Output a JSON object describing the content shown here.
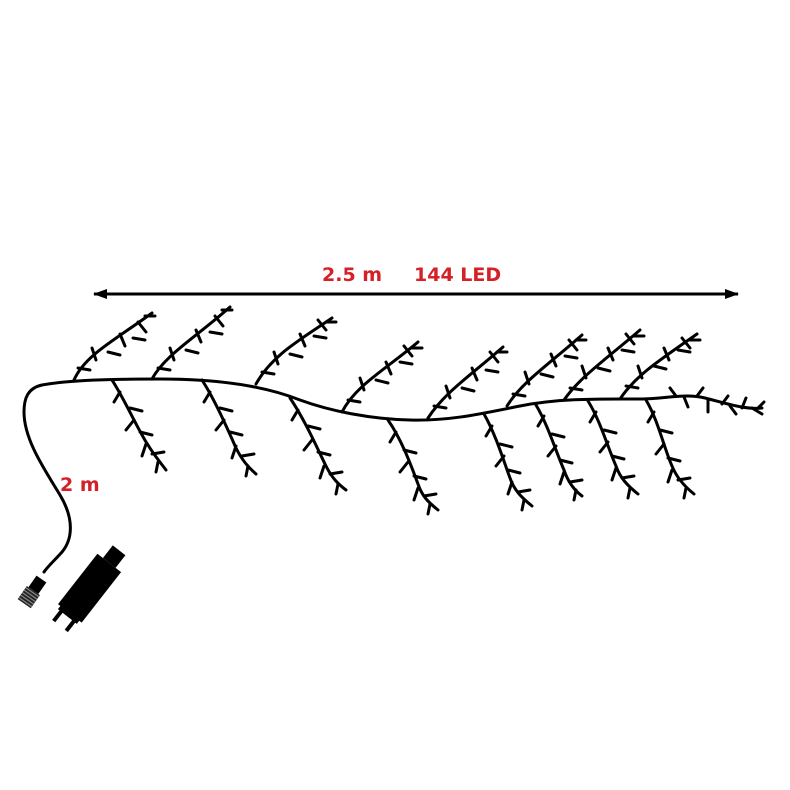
{
  "diagram": {
    "type": "product-illustration",
    "subject": "LED willow branch light string",
    "labels": {
      "length": "2.5 m",
      "led_count": "144 LED",
      "lead_cable": "2 m"
    },
    "colors": {
      "label": "#d42027",
      "line": "#000000",
      "background": "#ffffff"
    },
    "parts": [
      {
        "name": "dimension-arrow",
        "text": "2.5 m"
      },
      {
        "name": "branch-string",
        "text": "144 LED"
      },
      {
        "name": "lead-cable",
        "text": "2 m"
      },
      {
        "name": "end-connector"
      },
      {
        "name": "power-adapter"
      }
    ]
  }
}
